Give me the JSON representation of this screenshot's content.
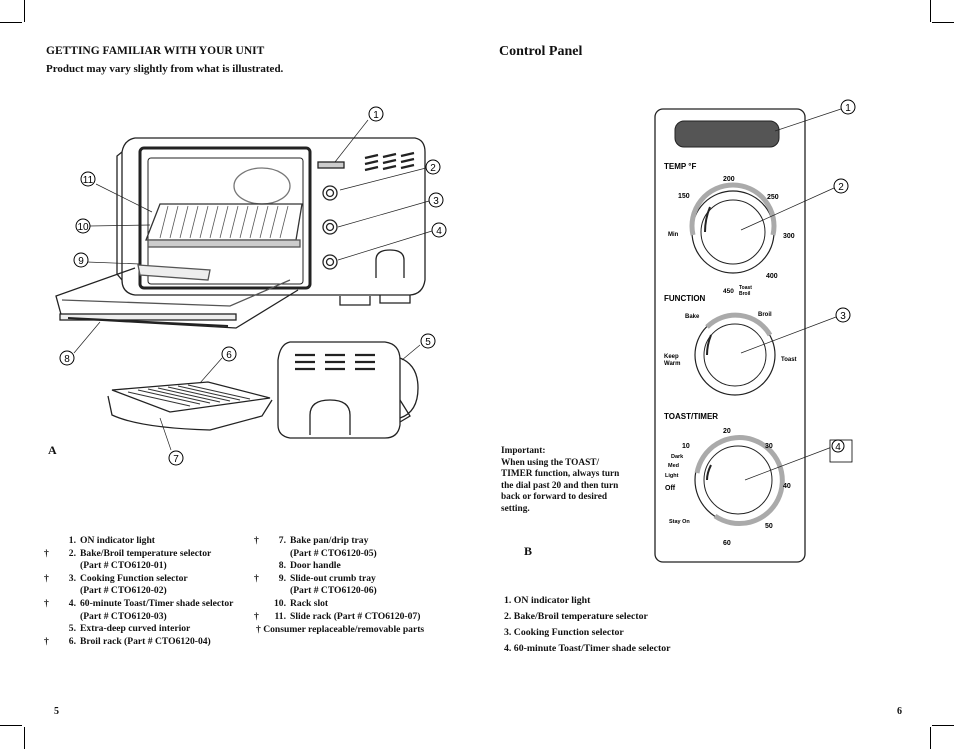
{
  "left_page": {
    "heading": "GETTING FAMILIAR WITH YOUR UNIT",
    "subheading": "Product may vary slightly from what is illustrated.",
    "figure_label": "A",
    "callouts": [
      "1",
      "2",
      "3",
      "4",
      "5",
      "6",
      "7",
      "8",
      "9",
      "10",
      "11"
    ],
    "parts_col1": [
      {
        "mark": "",
        "num": "1.",
        "text": "ON indicator light",
        "sub": ""
      },
      {
        "mark": "†",
        "num": "2.",
        "text": "Bake/Broil temperature selector",
        "sub": "(Part # CTO6120-01)"
      },
      {
        "mark": "†",
        "num": "3.",
        "text": "Cooking Function selector",
        "sub": "(Part # CTO6120-02)"
      },
      {
        "mark": "†",
        "num": "4.",
        "text": "60-minute Toast/Timer shade selector",
        "sub": "(Part # CTO6120-03)"
      },
      {
        "mark": "",
        "num": "5.",
        "text": "Extra-deep curved interior",
        "sub": ""
      },
      {
        "mark": "†",
        "num": "6.",
        "text": "Broil rack (Part # CTO6120-04)",
        "sub": ""
      }
    ],
    "parts_col2": [
      {
        "mark": "†",
        "num": "7.",
        "text": "Bake pan/drip tray",
        "sub": "(Part # CTO6120-05)"
      },
      {
        "mark": "",
        "num": "8.",
        "text": "Door handle",
        "sub": ""
      },
      {
        "mark": "†",
        "num": "9.",
        "text": "Slide-out crumb tray",
        "sub": "(Part # CTO6120-06)"
      },
      {
        "mark": "",
        "num": "10.",
        "text": "Rack slot",
        "sub": ""
      },
      {
        "mark": "†",
        "num": "11.",
        "text": "Slide rack (Part # CTO6120-07)",
        "sub": ""
      }
    ],
    "footnote": "† Consumer replaceable/removable parts",
    "page_number": "5"
  },
  "right_page": {
    "heading": "Control Panel",
    "figure_label": "B",
    "important_lines": [
      "Important:",
      "When using the TOAST/",
      "TIMER function, always turn",
      "the dial past 20 and then turn",
      "back or forward to desired",
      "setting."
    ],
    "callouts": [
      "1",
      "2",
      "3",
      "4"
    ],
    "panel": {
      "temp_title": "TEMP °F",
      "temp_labels": [
        "Min",
        "150",
        "200",
        "250",
        "300",
        "400",
        "450"
      ],
      "toast_broil_label": [
        "Toast",
        "Broil"
      ],
      "function_title": "FUNCTION",
      "function_labels": [
        "Bake",
        "Broil",
        "Keep",
        "Warm",
        "Toast"
      ],
      "timer_title": "TOAST/TIMER",
      "timer_labels": [
        "10",
        "20",
        "30",
        "40",
        "50",
        "60",
        "Dark",
        "Med",
        "Light",
        "Off",
        "Stay On"
      ]
    },
    "parts": [
      "1. ON indicator light",
      "2. Bake/Broil temperature selector",
      "3. Cooking Function selector",
      "4. 60-minute Toast/Timer shade selector"
    ],
    "page_number": "6"
  }
}
